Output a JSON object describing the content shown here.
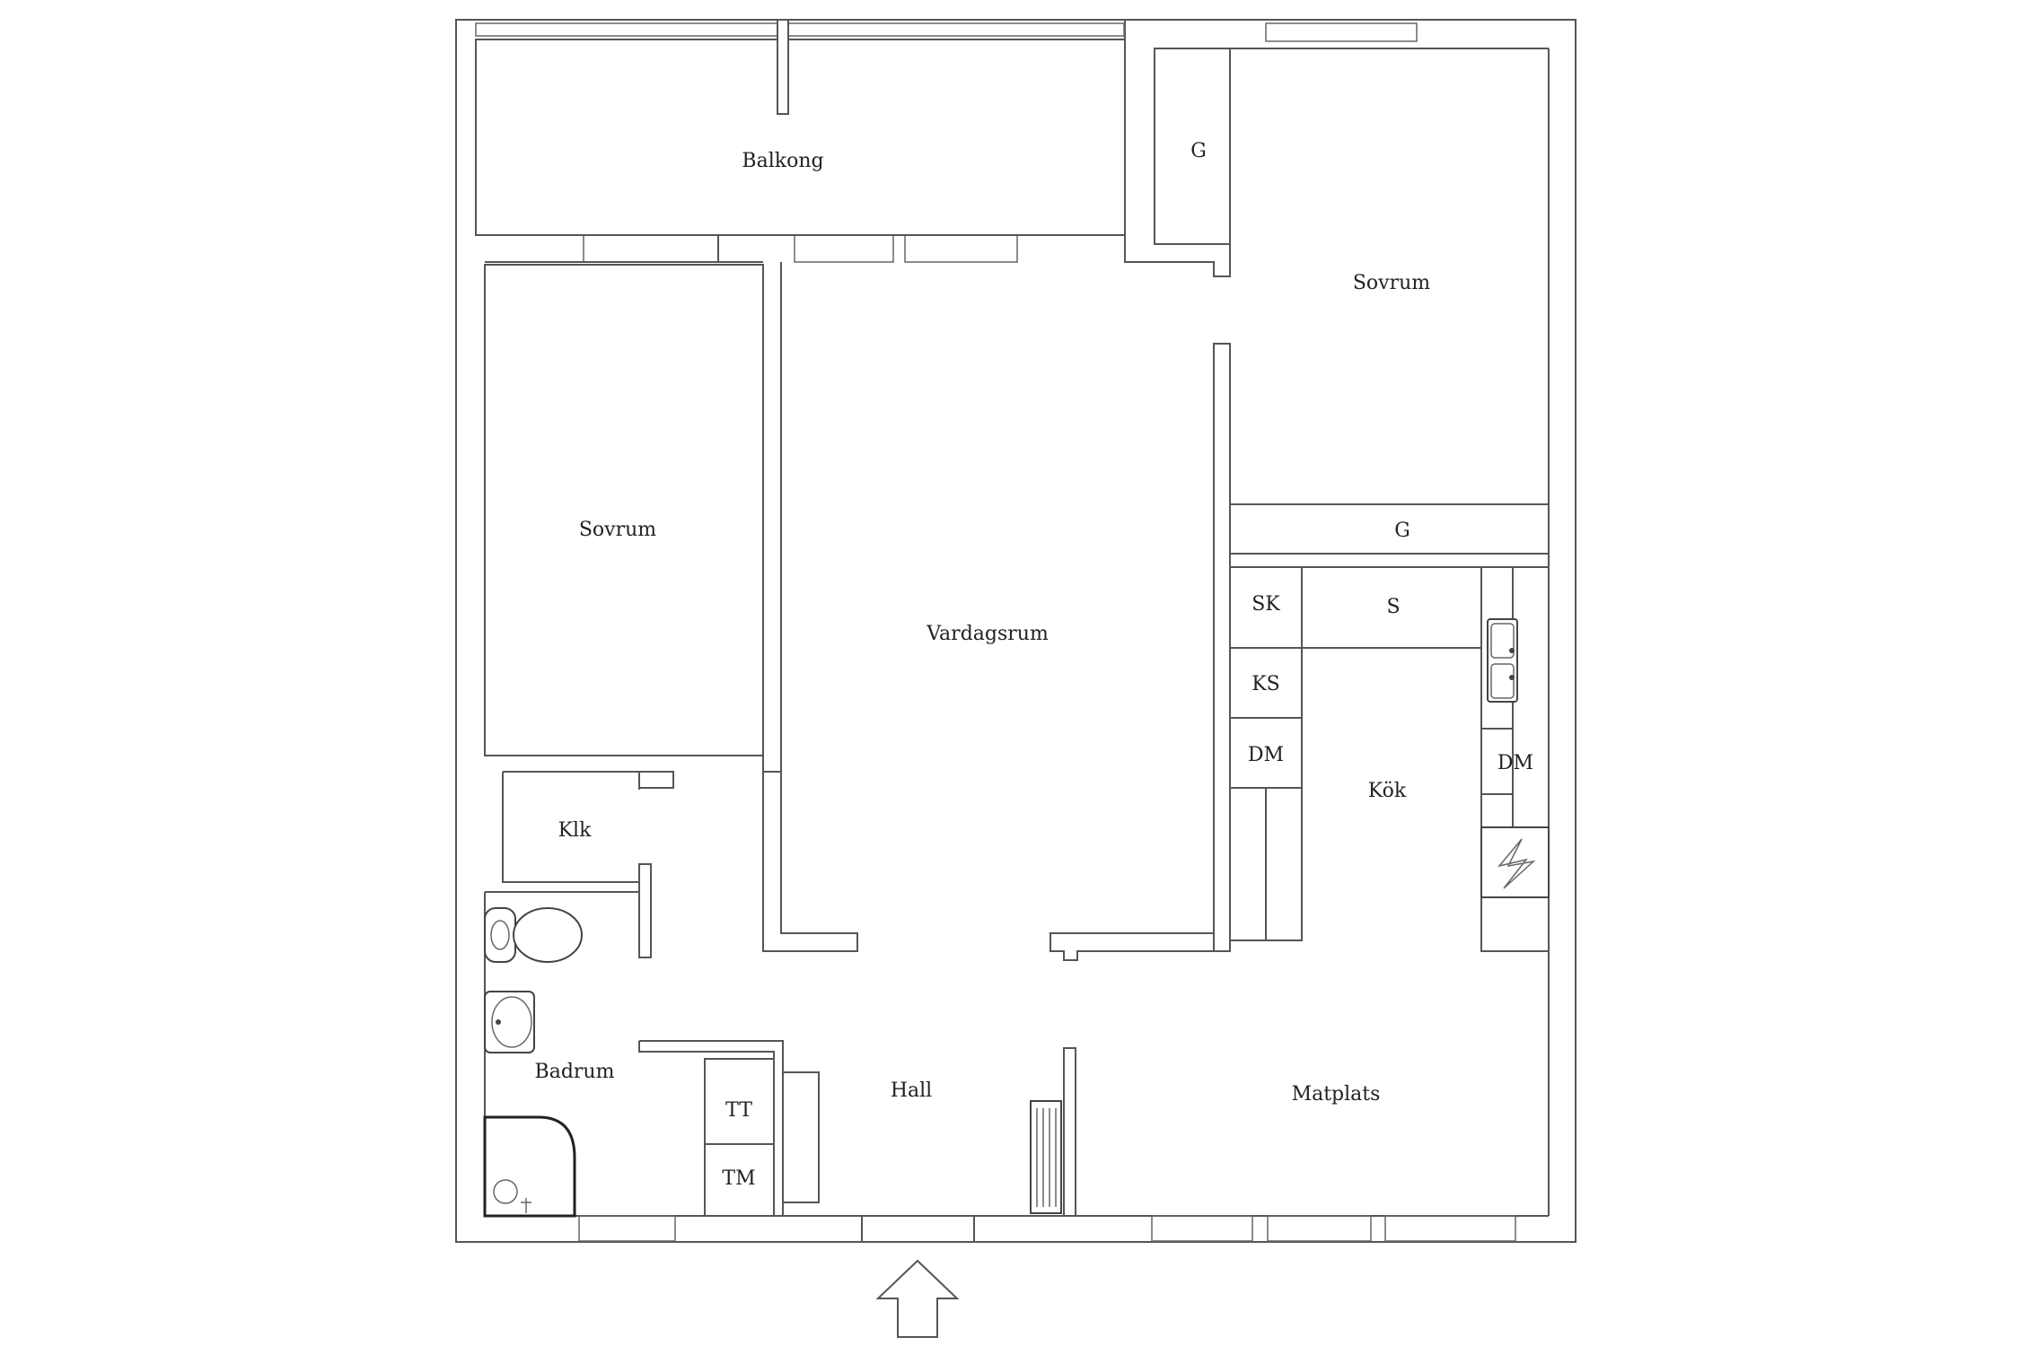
{
  "rooms": {
    "balkong": "Balkong",
    "sovrum_right": "Sovrum",
    "sovrum_left": "Sovrum",
    "vardagsrum": "Vardagsrum",
    "kok": "Kök",
    "matplats": "Matplats",
    "hall": "Hall",
    "badrum": "Badrum",
    "klk": "Klk"
  },
  "fixtures": {
    "g_top": "G",
    "g_right": "G",
    "sk": "SK",
    "s": "S",
    "ks": "KS",
    "dm_left": "DM",
    "dm_right": "DM",
    "tt": "TT",
    "tm": "TM"
  },
  "colors": {
    "wall": "#555555",
    "background": "#ffffff",
    "text": "#222222"
  },
  "icons": [
    "entrance-arrow-icon",
    "toilet-icon",
    "sink-icon",
    "shower-icon",
    "kitchen-sink-icon",
    "stove-icon",
    "radiator-icon"
  ]
}
